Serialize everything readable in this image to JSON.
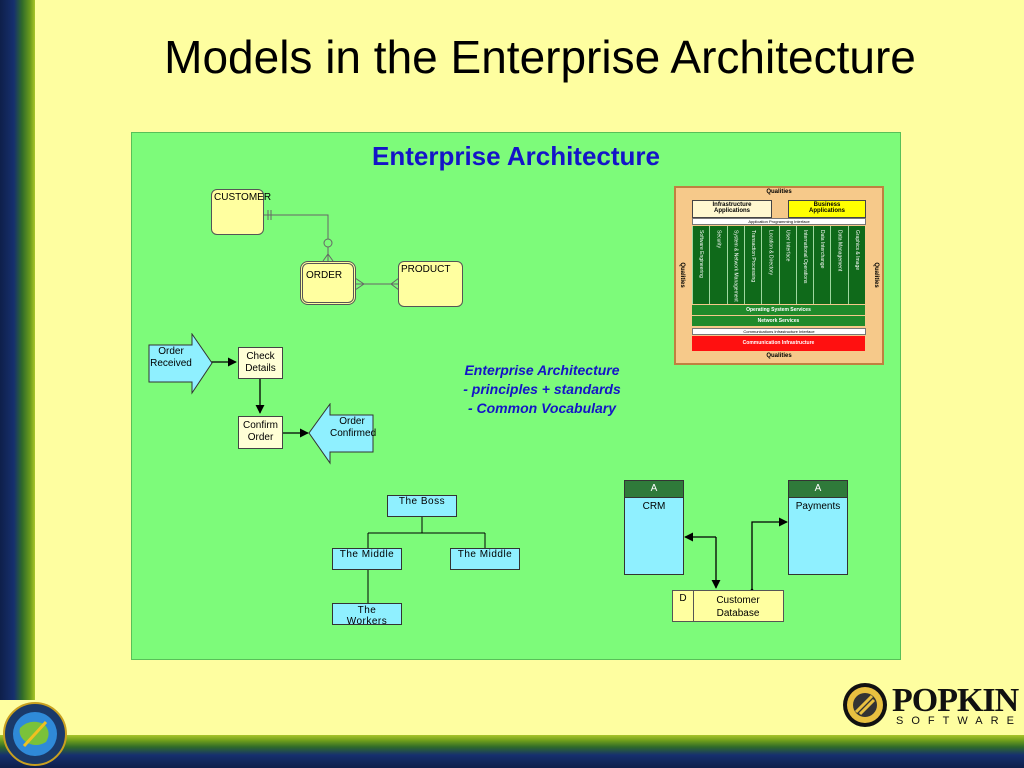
{
  "slide": {
    "title": "Models in the Enterprise Architecture",
    "colors": {
      "background": "#fefea0",
      "panel": "#7dfb7a",
      "panel_title": "#1414c8",
      "org_box": "#8ff0ff"
    }
  },
  "panel": {
    "title": "Enterprise Architecture",
    "note_lines": [
      "Enterprise Architecture",
      "- principles + standards",
      "- Common Vocabulary"
    ]
  },
  "er_diagram": {
    "customer": "CUSTOMER",
    "order": "ORDER",
    "product": "PRODUCT"
  },
  "process_diagram": {
    "order_received": [
      "Order",
      "Received"
    ],
    "check_details": [
      "Check",
      "Details"
    ],
    "confirm_order": [
      "Confirm",
      "Order"
    ],
    "order_confirmed": [
      "Order",
      "Confirmed"
    ]
  },
  "org_chart": {
    "boss": "The Boss",
    "middle_left": "The Middle",
    "middle_right": "The Middle",
    "workers": [
      "The",
      "Workers"
    ]
  },
  "data_flow": {
    "crm": {
      "header": "A",
      "label": "CRM"
    },
    "payments": {
      "header": "A",
      "label": "Payments"
    },
    "database": {
      "letter": "D",
      "label": [
        "Customer",
        "Database"
      ]
    }
  },
  "architecture_framework": {
    "qualities_top": "Qualities",
    "qualities_bottom": "Qualities",
    "qualities_left": "Qualities",
    "qualities_right": "Qualities",
    "infrastructure_apps": [
      "Infrastructure",
      "Applications"
    ],
    "business_apps": [
      "Business",
      "Applications"
    ],
    "api": "Application Programming Interface",
    "services": [
      "Software Engineering",
      "Security",
      "System & Network Management",
      "Transaction Processing",
      "Location & Directory",
      "User Interface",
      "International Operations",
      "Data Interchange",
      "Data Management",
      "Graphics & Image"
    ],
    "os_services": "Operating System Services",
    "network_services": "Network Services",
    "comm_interface": "Communications Infrastructure Interface",
    "comm_infrastructure": "Communication Infrastructure"
  },
  "logo": {
    "word": "POPKIN",
    "sub": "SOFTWARE"
  }
}
